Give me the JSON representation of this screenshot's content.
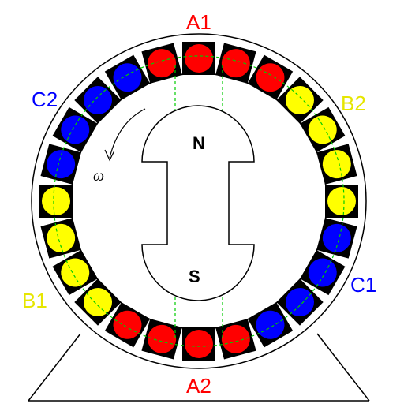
{
  "labels": {
    "a1": "A1",
    "a2": "A2",
    "b1": "B1",
    "b2": "B2",
    "c1": "C1",
    "c2": "C2",
    "north": "N",
    "south": "S",
    "omega": "ω"
  },
  "colors": {
    "phase_a": "#ff0000",
    "phase_b": "#ffff00",
    "phase_c": "#0000ff",
    "label_a": "#ff0000",
    "label_b": "#e6e600",
    "label_c": "#0000ff",
    "guide_lines": "#00cc00"
  },
  "slots": [
    "A",
    "A",
    "A",
    "B",
    "B",
    "B",
    "B",
    "C",
    "C",
    "C",
    "C",
    "A",
    "A",
    "A",
    "A",
    "B",
    "B",
    "B",
    "B",
    "C",
    "C",
    "C",
    "C",
    "A"
  ]
}
